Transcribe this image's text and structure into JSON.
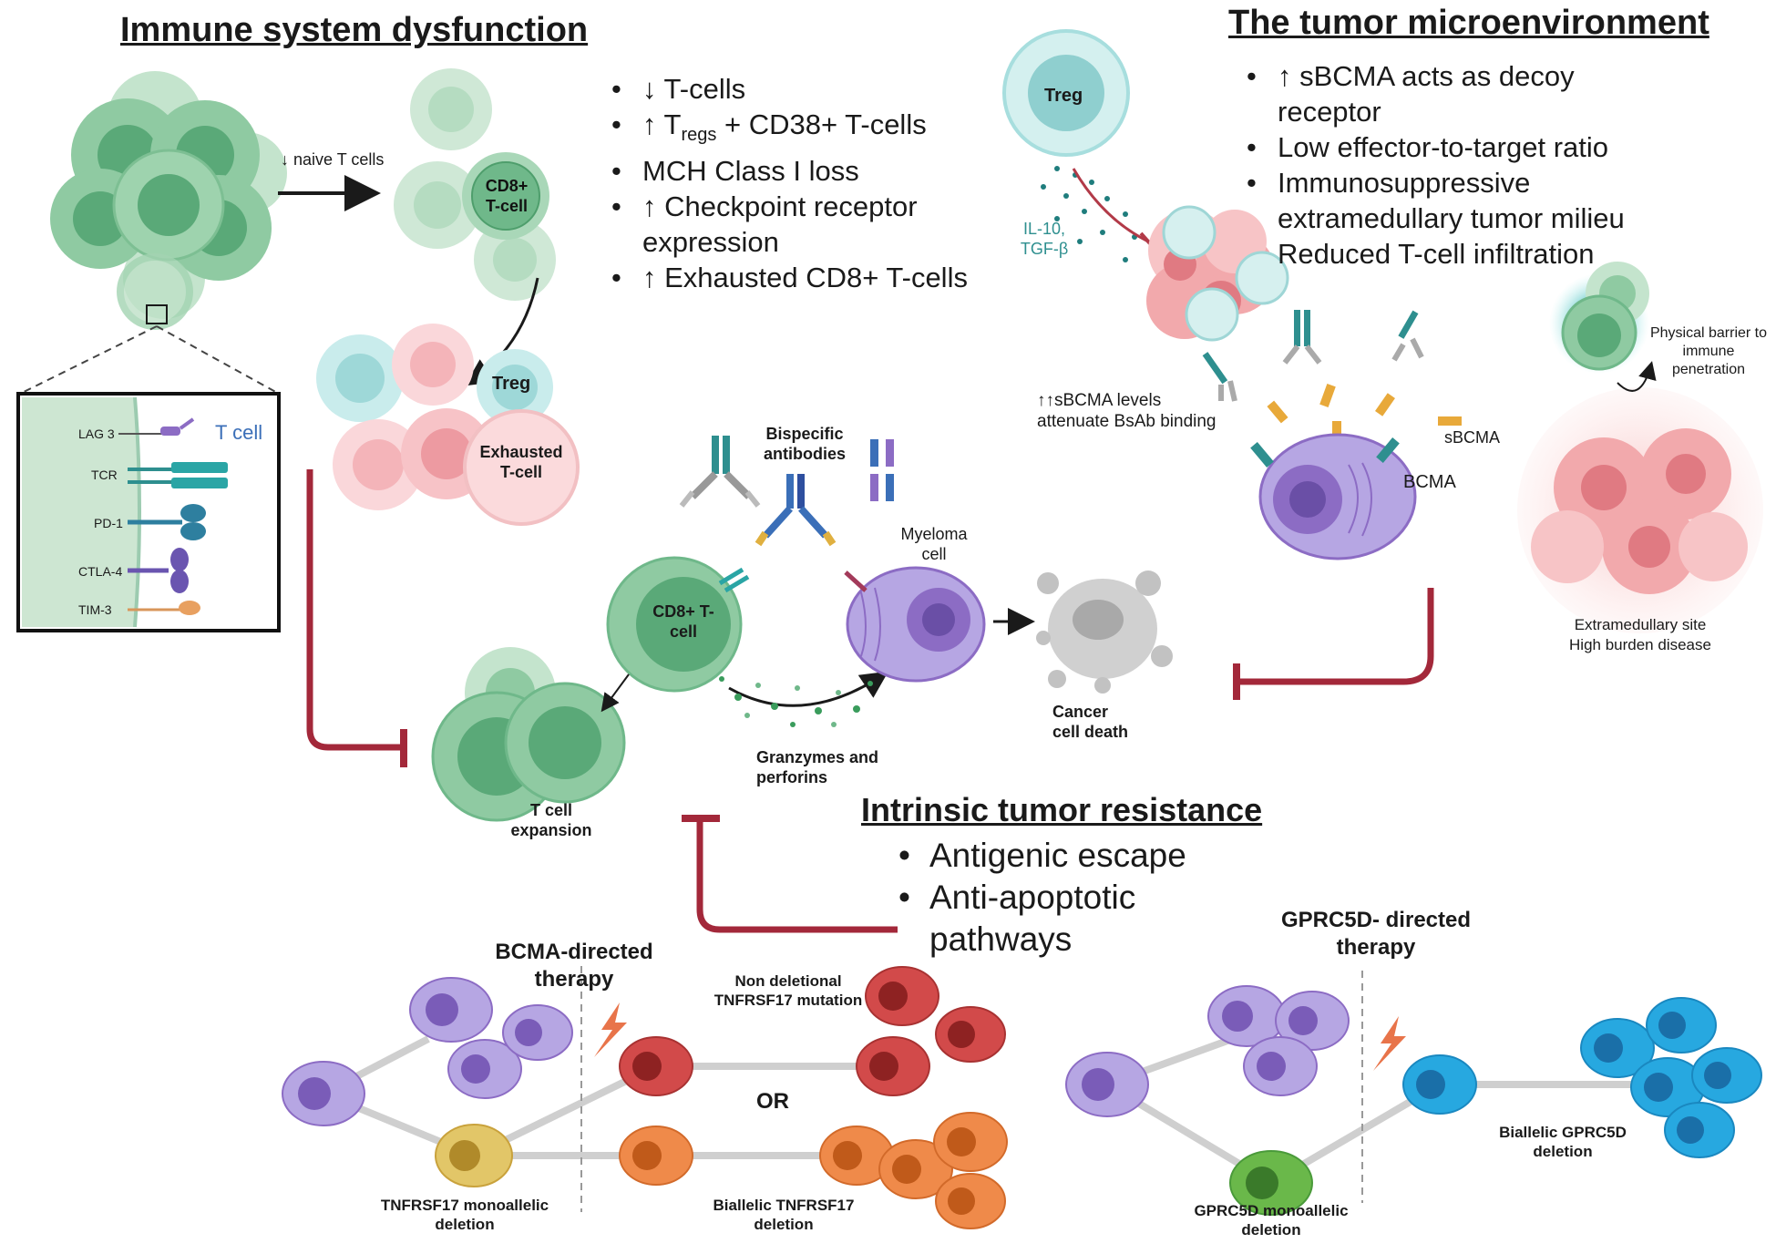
{
  "immune": {
    "title": "Immune system dysfunction",
    "naive_label": "↓ naive T cells",
    "cd8_label": "CD8+ T-cell",
    "treg_label": "Treg",
    "exhausted_label": "Exhausted T-cell",
    "bullets": {
      "b1": "↓ T-cells",
      "b2_pre": "↑ T",
      "b2_sub": "regs",
      "b2_post": " + CD38+ T-cells",
      "b3": "MCH Class I loss",
      "b4a": "↑ Checkpoint receptor",
      "b4b": "expression",
      "b5": "↑ Exhausted CD8+ T-cells"
    },
    "inset": {
      "title": "T cell",
      "receptors": [
        "LAG 3",
        "TCR",
        "PD-1",
        "CTLA-4",
        "TIM-3"
      ]
    }
  },
  "micro": {
    "title": "The tumor microenvironment",
    "treg_label": "Treg",
    "cytokines": "IL-10, TGF-β",
    "bullets": {
      "b1a": "↑ sBCMA acts as decoy",
      "b1b": "receptor",
      "b2": "Low effector-to-target ratio",
      "b3a": "Immunosuppressive",
      "b3b": "extramedullary tumor milieu",
      "b4": "Reduced T-cell infiltration"
    },
    "sbcma_levels": "↑↑sBCMA levels attenuate BsAb binding",
    "sbcma_label": "sBCMA",
    "bcma_label": "BCMA",
    "barrier": "Physical barrier to immune penetration",
    "extramedullary_1": "Extramedullary site",
    "extramedullary_2": "High burden disease"
  },
  "center": {
    "bispecific": "Bispecific antibodies",
    "cd8_label": "CD8+ T-cell",
    "myeloma": "Myeloma cell",
    "granzymes": "Granzymes and perforins",
    "death": "Cancer cell death",
    "expansion": "T cell expansion"
  },
  "intrinsic": {
    "title": "Intrinsic tumor resistance",
    "b1": "Antigenic escape",
    "b2a": "Anti-apoptotic",
    "b2b": "pathways"
  },
  "bcma_therapy": {
    "title": "BCMA-directed therapy",
    "nondel": "Non deletional TNFRSF17 mutation",
    "or": "OR",
    "mono": "TNFRSF17 monoallelic deletion",
    "biallelic": "Biallelic TNFRSF17 deletion"
  },
  "gprc_therapy": {
    "title": "GPRC5D- directed therapy",
    "mono": "GPRC5D monoallelic deletion",
    "biallelic": "Biallelic GPRC5D deletion"
  },
  "colors": {
    "green": "#6fb88a",
    "green_dark": "#4e9e6c",
    "teal": "#2e8f8f",
    "pink": "#f2a0a5",
    "purple": "#8c6cc4",
    "red_inhibit": "#a3283a",
    "blue_text": "#3b6fb8",
    "myeloma_red": "#c0393b",
    "myeloma_orange": "#e27d3a",
    "myeloma_yellow": "#d4a73c",
    "myeloma_blue": "#27a8e0",
    "myeloma_green": "#4a9a3a"
  }
}
